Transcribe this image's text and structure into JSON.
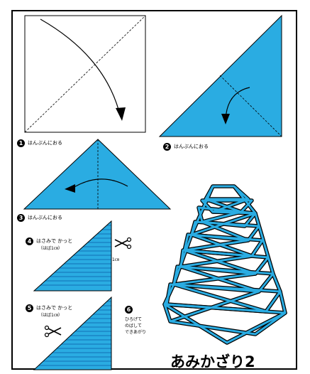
{
  "title": "あみかざり2",
  "steps": [
    {
      "num": "1",
      "text": "はんぶんにおる"
    },
    {
      "num": "2",
      "text": "はんぶんにおる"
    },
    {
      "num": "3",
      "text": "はんぶんにおる"
    },
    {
      "num": "4",
      "text": "はさみで かっと",
      "sub": "（はば1㎝）"
    },
    {
      "num": "5",
      "text": "はさみで かっと",
      "sub": "（はば1㎝）"
    },
    {
      "num": "6",
      "lines": [
        "ひろげて",
        "のばして",
        "できあがり"
      ]
    }
  ],
  "width_note": "1㎝",
  "colors": {
    "paper_blue": "#2AACE2",
    "line": "#000000",
    "stripe": "#1e7fc0"
  },
  "icons": [
    "scissors-icon"
  ]
}
